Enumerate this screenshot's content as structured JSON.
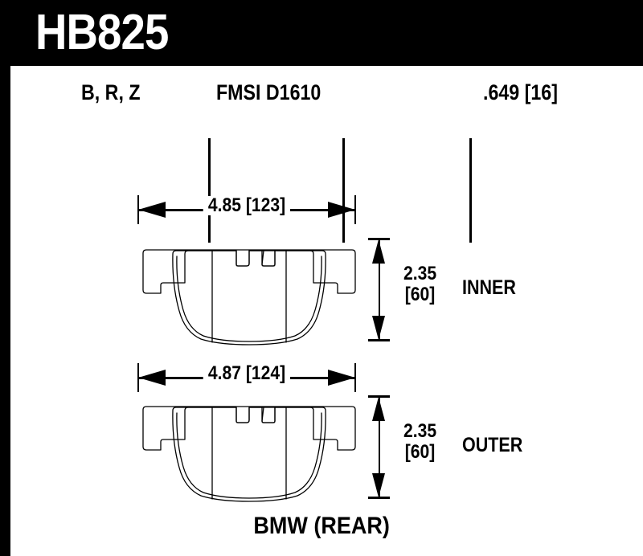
{
  "header": {
    "part_number": "HB825",
    "background_color": "#000000",
    "text_color": "#ffffff"
  },
  "spec_row": {
    "compounds": "B, R, Z",
    "fmsi": "FMSI D1610",
    "thickness": ".649 [16]"
  },
  "drawing": {
    "inner_pad": {
      "width_label": "4.85  [123]",
      "height_label_in": "2.35",
      "height_label_mm": "[60]",
      "position_label": "INNER"
    },
    "outer_pad": {
      "width_label": "4.87  [124]",
      "height_label_in": "2.35",
      "height_label_mm": "[60]",
      "position_label": "OUTER"
    }
  },
  "footer": {
    "application": "BMW (REAR)"
  }
}
